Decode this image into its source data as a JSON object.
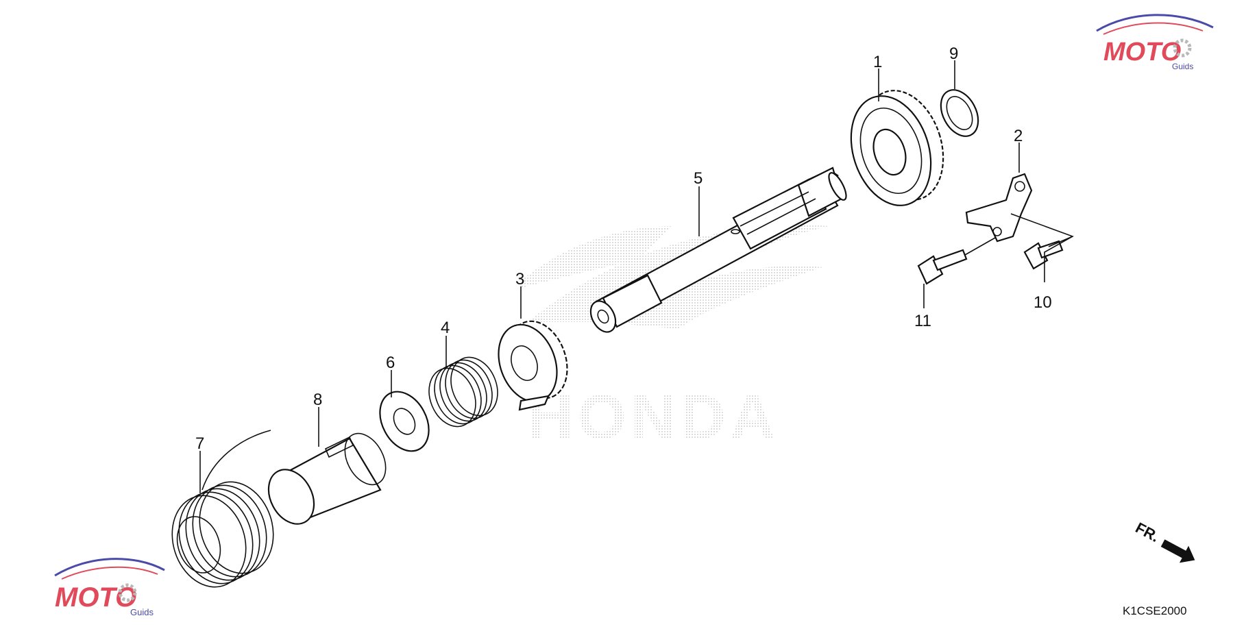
{
  "diagram_code": "K1CSE2000",
  "front_indicator": "FR.",
  "watermark": {
    "main": "MOTO",
    "sub": "Guids",
    "brand": "HONDA"
  },
  "colors": {
    "line": "#111111",
    "watermark_red": "#e04a5a",
    "watermark_blue": "#4a4aa8",
    "watermark_gray": "#b8b8b8"
  },
  "callouts": [
    {
      "id": "1",
      "part": "gear"
    },
    {
      "id": "2",
      "part": "bracket"
    },
    {
      "id": "3",
      "part": "ratchet"
    },
    {
      "id": "4",
      "part": "spring"
    },
    {
      "id": "5",
      "part": "spindle"
    },
    {
      "id": "6",
      "part": "washer"
    },
    {
      "id": "7",
      "part": "return-spring"
    },
    {
      "id": "8",
      "part": "collar"
    },
    {
      "id": "9",
      "part": "washer"
    },
    {
      "id": "10",
      "part": "bolt"
    },
    {
      "id": "11",
      "part": "bolt"
    }
  ]
}
